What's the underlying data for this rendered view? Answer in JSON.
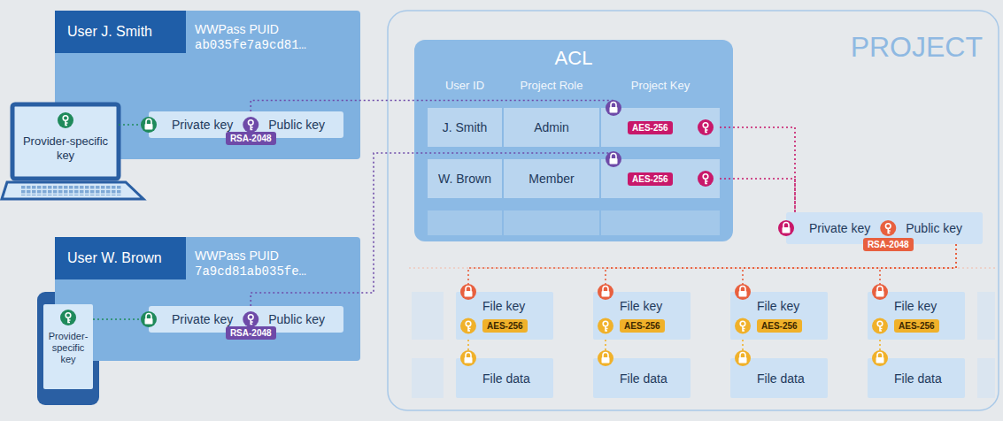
{
  "diagram": {
    "nodes": [
      {
        "text": [
          "User J. Smith",
          "WWPass PUID",
          "ab035fe7a9cd81…"
        ]
      },
      {
        "text": [
          "Private key",
          "Public key",
          "RSA-2048"
        ],
        "in": 0
      },
      {
        "text": [
          "Provider-specific key"
        ]
      },
      {
        "text": [
          "User W. Brown",
          "WWPass PUID",
          "7a9cd81ab035fe…"
        ]
      },
      {
        "text": [
          "Private key",
          "Public key",
          "RSA-2048"
        ],
        "in": 3
      },
      {
        "text": [
          "Provider-specific key"
        ]
      },
      {
        "text": [
          "PROJECT"
        ]
      },
      {
        "text": [
          "ACL",
          "User ID",
          "Project Role",
          "Project Key"
        ],
        "in": 6
      },
      {
        "text": [
          "J. Smith"
        ],
        "in": 7
      },
      {
        "text": [
          "Admin"
        ],
        "in": 7
      },
      {
        "text": [
          "AES-256"
        ],
        "in": 7
      },
      {
        "text": [
          "W. Brown"
        ],
        "in": 7
      },
      {
        "text": [
          "Member"
        ],
        "in": 7
      },
      {
        "text": [
          "AES-256"
        ],
        "in": 7
      },
      {
        "text": [
          "Private key",
          "Public key",
          "RSA-2048"
        ],
        "in": 6
      },
      {
        "text": [
          "File key",
          "AES-256"
        ],
        "in": 6
      },
      {
        "text": [
          "File key",
          "AES-256"
        ],
        "in": 6
      },
      {
        "text": [
          "File key",
          "AES-256"
        ],
        "in": 6
      },
      {
        "text": [
          "File key",
          "AES-256"
        ],
        "in": 6
      },
      {
        "text": [
          "File data"
        ],
        "in": 6
      },
      {
        "text": [
          "File data"
        ],
        "in": 6
      },
      {
        "text": [
          "File data"
        ],
        "in": 6
      },
      {
        "text": [
          "File data"
        ],
        "in": 6
      }
    ],
    "edges": [
      {
        "from": 2,
        "to": 1,
        "arrow": "none"
      },
      {
        "from": 1,
        "to": 10,
        "arrow": "none"
      },
      {
        "from": 5,
        "to": 4,
        "arrow": "none"
      },
      {
        "from": 4,
        "to": 13,
        "arrow": "none"
      },
      {
        "from": 10,
        "to": 14,
        "arrow": "none"
      },
      {
        "from": 13,
        "to": 14,
        "arrow": "none"
      },
      {
        "from": 14,
        "to": 15,
        "arrow": "none"
      },
      {
        "from": 14,
        "to": 16,
        "arrow": "none"
      },
      {
        "from": 14,
        "to": 17,
        "arrow": "none"
      },
      {
        "from": 14,
        "to": 18,
        "arrow": "none"
      },
      {
        "from": 15,
        "to": 19,
        "arrow": "none"
      },
      {
        "from": 16,
        "to": 20,
        "arrow": "none"
      },
      {
        "from": 17,
        "to": 21,
        "arrow": "none"
      },
      {
        "from": 18,
        "to": 22,
        "arrow": "none"
      }
    ]
  }
}
